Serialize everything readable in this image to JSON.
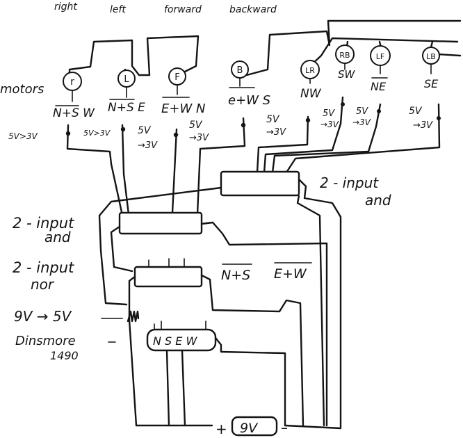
{
  "directions": [
    "right",
    "left",
    "forward",
    "backward"
  ],
  "motors_label": "motors",
  "motors": [
    {
      "label": "r",
      "signal": "N+S W"
    },
    {
      "label": "L",
      "signal": "N+S E"
    },
    {
      "label": "F",
      "signal": "E+W N"
    },
    {
      "label": "B",
      "signal": "e+W S"
    },
    {
      "label": "LR",
      "signal": "NW"
    },
    {
      "label": "RB",
      "signal": "SW"
    },
    {
      "label": "LF",
      "signal": "NE"
    },
    {
      "label": "LB",
      "signal": "SE"
    }
  ],
  "converters": {
    "c1": "5V>3V",
    "c2": "5V>3V",
    "c3_top": "5V",
    "c3_bot": "→3V",
    "c4_top": "5V",
    "c4_bot": "→3V",
    "c5_top": "5V",
    "c5_bot": "→3V",
    "c6_top": "5V",
    "c6_bot": "→3V",
    "c7_top": "5V",
    "c7_bot": "→3V",
    "c8_top": "5V",
    "c8_bot": "→3V"
  },
  "components": {
    "and_left_line1": "2 - input",
    "and_left_line2": "and",
    "and_right_line1": "2 - input",
    "and_right_line2": "and",
    "nor_line1": "2 - input",
    "nor_line2": "nor",
    "regulator": "9V → 5V",
    "compass_line1": "Dinsmore",
    "compass_line2": "1490",
    "compass_pins": "N S E W"
  },
  "nor_outputs": {
    "a": "N+S",
    "b": "E+W"
  },
  "battery": {
    "label": "9V",
    "plus": "+",
    "minus": "–"
  }
}
